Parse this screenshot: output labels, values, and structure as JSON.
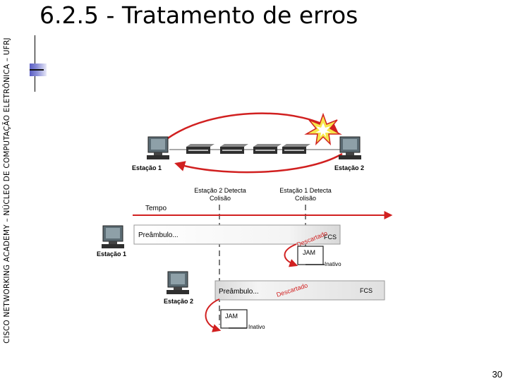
{
  "sidebar_text": "CISCO NETWORKING ACADEMY – NÚCLEO DE COMPUTAÇÃO ELETRÔNICA – UFRJ",
  "title": "6.2.5 - Tratamento de erros",
  "page_number": "30",
  "diagram": {
    "station1_top": "Estação 1",
    "station2_top": "Estação 2",
    "detect2_line1": "Estação 2 Detecta",
    "detect2_line2": "Colisão",
    "detect1_line1": "Estação 1 Detecta",
    "detect1_line2": "Colisão",
    "time_label": "Tempo",
    "frame1_preamble": "Preâmbulo...",
    "frame1_fcs": "FCS",
    "frame1_discarded": "Descartado",
    "station1_mid": "Estação 1",
    "jam1": "JAM",
    "inactive1": "Inativo",
    "frame2_preamble": "Preâmbulo...",
    "frame2_discarded": "Descartado",
    "frame2_fcs": "FCS",
    "station2_bottom": "Estação 2",
    "jam2": "JAM",
    "inactive2": "Inativo"
  },
  "colors": {
    "arrow": "#d12020",
    "time_arrow": "#d12020",
    "accent_bar": "#6a6fd0"
  }
}
